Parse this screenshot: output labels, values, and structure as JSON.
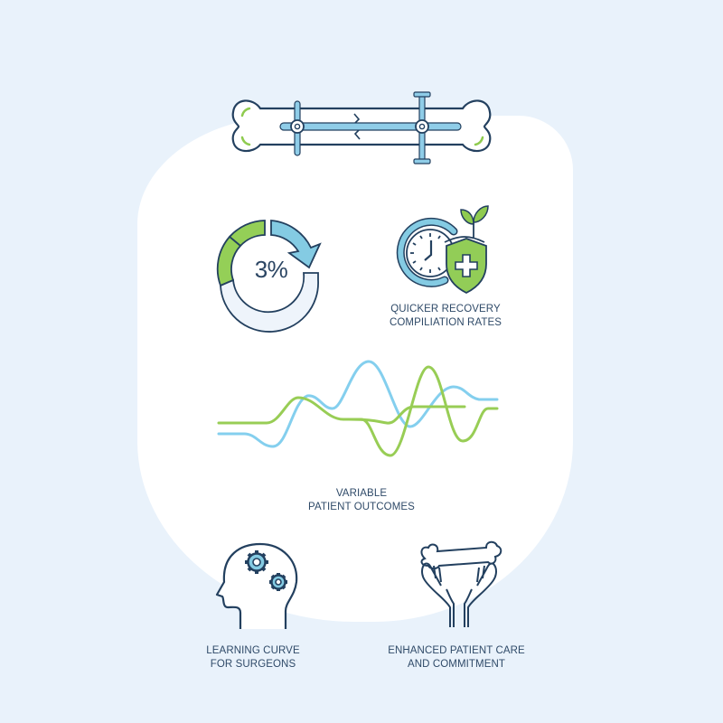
{
  "colors": {
    "background": "#e9f2fb",
    "panel": "#ffffff",
    "outline": "#23405f",
    "blue": "#7ecbea",
    "green": "#8fcb4f",
    "text": "#2f4a68"
  },
  "icons": {
    "bone_fixator": "bone-external-fixator-icon",
    "rate_cycle": "circular-arrow-percentage-icon",
    "recovery": "clock-shield-sprout-icon",
    "waves": "variable-waveform-icon",
    "brain": "head-gears-icon",
    "care": "hands-holding-bone-icon"
  },
  "metric": {
    "value": "3%"
  },
  "recovery": {
    "line1": "QUICKER RECOVERY",
    "line2": "COMPILIATION RATES"
  },
  "outcomes": {
    "line1": "VARIABLE",
    "line2": "PATIENT OUTCOMES"
  },
  "learning": {
    "line1": "LEARNING CURVE",
    "line2": "FOR SURGEONS"
  },
  "care": {
    "line1": "ENHANCED PATIENT CARE",
    "line2": "AND COMMITMENT"
  }
}
